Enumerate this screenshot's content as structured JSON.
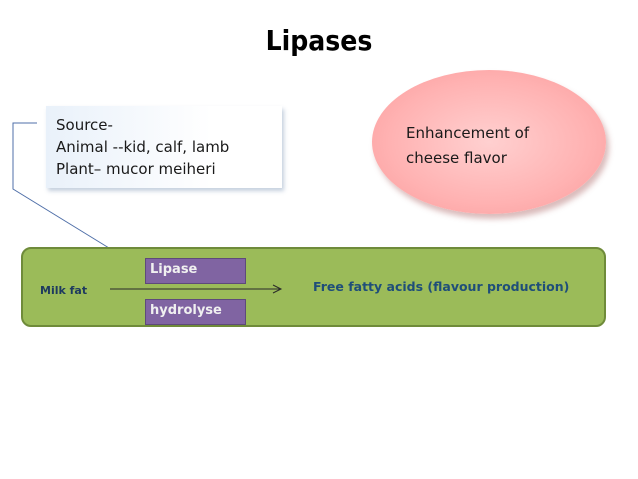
{
  "title": "Lipases",
  "source": {
    "line1": "Source-",
    "line2": "Animal --kid, calf, lamb",
    "line3": "Plant– mucor meiheri"
  },
  "enhancement": {
    "line1": "Enhancement of",
    "line2": "cheese flavor"
  },
  "process": {
    "input": "Milk fat",
    "enzyme": "Lipase",
    "action": "hydrolyse",
    "output": "Free fatty acids (flavour production)"
  },
  "colors": {
    "process_bar": "#9bbb59",
    "enzyme_box": "#8064a2",
    "ellipse": "#ffb2b2",
    "source_box": "#e9f1fa"
  }
}
